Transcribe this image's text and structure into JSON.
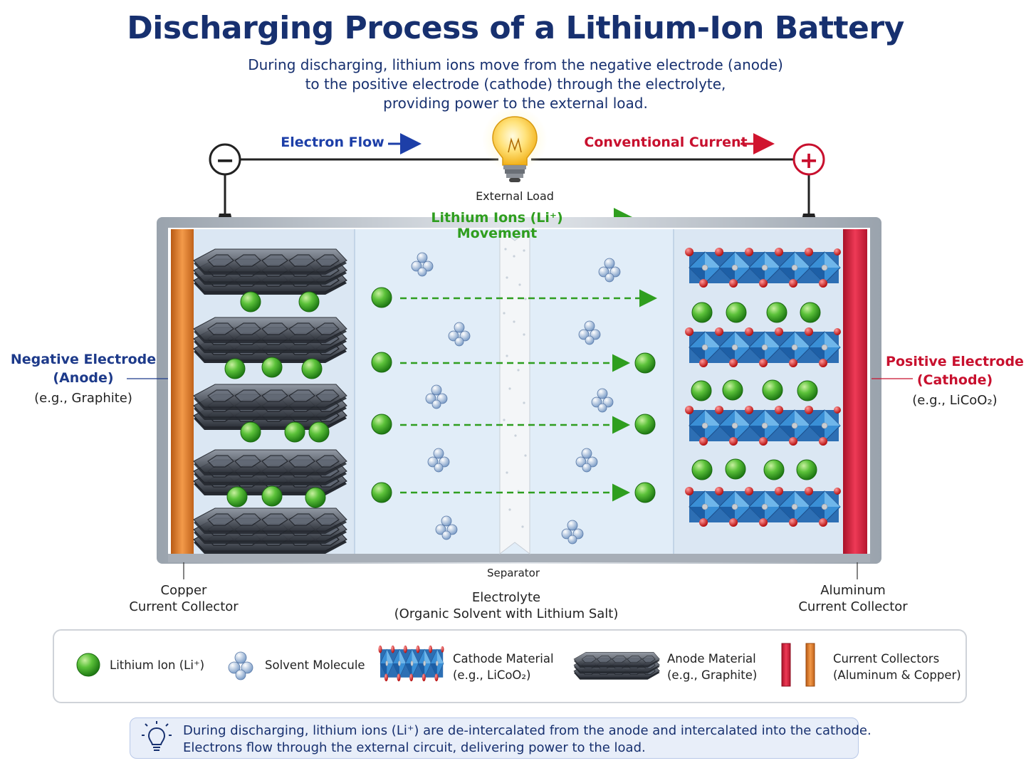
{
  "title": "Discharging Process of a Lithium-Ion Battery",
  "subtitle": {
    "line1": "During discharging, lithium ions move from the negative electrode (anode)",
    "line2": "to the positive electrode (cathode) through the electrolyte,",
    "line3": "providing power to the external load."
  },
  "circuit": {
    "electron_flow": "Electron Flow",
    "conventional_current": "Conventional Current",
    "external_load": "External Load",
    "ion_movement": "Lithium Ions (Li⁺) Movement",
    "negative_symbol": "−",
    "positive_symbol": "+"
  },
  "labels": {
    "anode_title_1": "Negative Electrode",
    "anode_title_2": "(Anode)",
    "anode_example": "(e.g., Graphite)",
    "cathode_title_1": "Positive Electrode",
    "cathode_title_2": "(Cathode)",
    "cathode_example": "(e.g., LiCoO₂)",
    "separator": "Separator",
    "electrolyte_1": "Electrolyte",
    "electrolyte_2": "(Organic Solvent with Lithium Salt)",
    "copper_1": "Copper",
    "copper_2": "Current Collector",
    "aluminum_1": "Aluminum",
    "aluminum_2": "Current Collector"
  },
  "legend": {
    "lithium_ion": "Lithium Ion (Li⁺)",
    "solvent": "Solvent Molecule",
    "cathode_1": "Cathode Material",
    "cathode_2": "(e.g., LiCoO₂)",
    "anode_1": "Anode Material",
    "anode_2": "(e.g., Graphite)",
    "collectors_1": "Current Collectors",
    "collectors_2": "(Aluminum & Copper)"
  },
  "note": {
    "line1": "During discharging, lithium ions (Li⁺) are de-intercalated from the anode and intercalated into the cathode.",
    "line2": "Electrons flow through the external circuit, delivering power to the load."
  },
  "colors": {
    "title": "#17306f",
    "electron": "#1d3fa8",
    "current": "#c8102e",
    "ion": "#2f9e1f",
    "copper": "#e07b2a",
    "aluminum": "#d3203c",
    "electrolyte": "#e1edf8",
    "cathode": "#2f7fc4",
    "anode": "#3a3f4a"
  }
}
